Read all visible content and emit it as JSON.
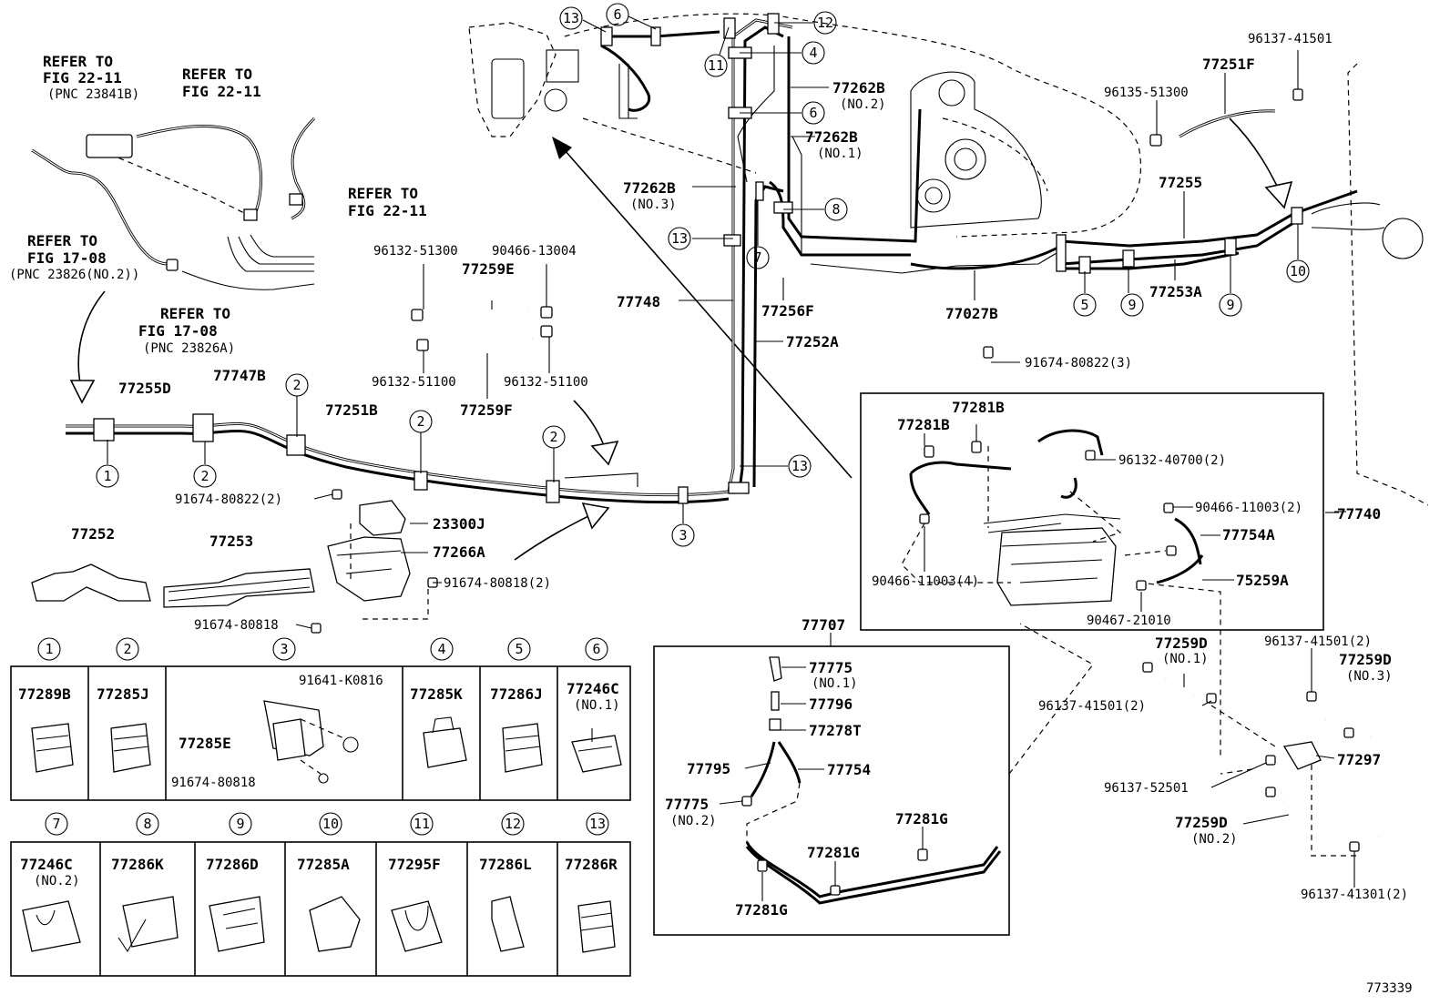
{
  "refer_notes": {
    "fig_22_11_a_line1": "REFER TO",
    "fig_22_11_a_line2": "FIG 22-11",
    "fig_22_11_a_line3": "(PNC 23841B)",
    "fig_22_11_b_line1": "REFER TO",
    "fig_22_11_b_line2": "FIG 22-11",
    "fig_22_11_c_line1": "REFER TO",
    "fig_22_11_c_line2": "FIG 22-11",
    "fig_17_08_a_line1": "REFER TO",
    "fig_17_08_a_line2": "FIG 17-08",
    "fig_17_08_a_line3": "(PNC 23826(NO.2))",
    "fig_17_08_b_line1": "REFER TO",
    "fig_17_08_b_line2": "FIG 17-08",
    "fig_17_08_b_line3": "(PNC 23826A)"
  },
  "labels": {
    "p77255D": "77255D",
    "p77747B": "77747B",
    "p77251B": "77251B",
    "p77259E": "77259E",
    "p77259F": "77259F",
    "p96132_51300": "96132-51300",
    "p90466_13004": "90466-13004",
    "p96132_51100a": "96132-51100",
    "p96132_51100b": "96132-51100",
    "p91674_80822_2": "91674-80822(2)",
    "p23300J": "23300J",
    "p77266A": "77266A",
    "p91674_80818_2": "91674-80818(2)",
    "p91674_80818": "91674-80818",
    "p77252": "77252",
    "p77253": "77253",
    "p77748": "77748",
    "p77262B_no3": "77262B",
    "no3": "(NO.3)",
    "p77262B_no2": "77262B",
    "no2": "(NO.2)",
    "p77262B_no1": "77262B",
    "no1": "(NO.1)",
    "p77256F": "77256F",
    "p77252A": "77252A",
    "p77027B": "77027B",
    "p77253A": "77253A",
    "p77255": "77255",
    "p77251F": "77251F",
    "p96135_51300": "96135-51300",
    "p96137_41501_top": "96137-41501",
    "p91674_80822_3": "91674-80822(3)",
    "p77281B_a": "77281B",
    "p77281B_b": "77281B",
    "p96132_40700_2": "96132-40700(2)",
    "p90466_11003_2": "90466-11003(2)",
    "p77740": "77740",
    "p77754A": "77754A",
    "p75259A": "75259A",
    "p90466_11003_4": "90466-11003(4)",
    "p90467_21010": "90467-21010",
    "p77707": "77707",
    "p77775_no1": "77775",
    "no1b": "(NO.1)",
    "p77796": "77796",
    "p77278T": "77278T",
    "p77795": "77795",
    "p77754": "77754",
    "p77775_no2": "77775",
    "no2b": "(NO.2)",
    "p77281G_a": "77281G",
    "p77281G_b": "77281G",
    "p77281G_c": "77281G",
    "p77259D_no1": "77259D",
    "no1c": "(NO.1)",
    "p96137_41501_2a": "96137-41501(2)",
    "p77259D_no3": "77259D",
    "no3c": "(NO.3)",
    "p96137_41501_2b": "96137-41501(2)",
    "p77297": "77297",
    "p96137_52501": "96137-52501",
    "p77259D_no2": "77259D",
    "no2c": "(NO.2)",
    "p96137_41301_2": "96137-41301(2)",
    "fig_number": "773339"
  },
  "callouts": [
    "1",
    "2",
    "3",
    "4",
    "5",
    "6",
    "7",
    "8",
    "9",
    "10",
    "11",
    "12",
    "13"
  ],
  "legend": {
    "row1": [
      {
        "num": "1",
        "part": "77289B",
        "sub": ""
      },
      {
        "num": "2",
        "part": "77285J",
        "sub": ""
      },
      {
        "num": "3",
        "part": "77285E",
        "sub": "",
        "extra1": "91641-K0816",
        "extra2": "91674-80818"
      },
      {
        "num": "4",
        "part": "77285K",
        "sub": ""
      },
      {
        "num": "5",
        "part": "77286J",
        "sub": ""
      },
      {
        "num": "6",
        "part": "77246C",
        "sub": "(NO.1)"
      }
    ],
    "row2": [
      {
        "num": "7",
        "part": "77246C",
        "sub": "(NO.2)"
      },
      {
        "num": "8",
        "part": "77286K",
        "sub": ""
      },
      {
        "num": "9",
        "part": "77286D",
        "sub": ""
      },
      {
        "num": "10",
        "part": "77285A",
        "sub": ""
      },
      {
        "num": "11",
        "part": "77295F",
        "sub": ""
      },
      {
        "num": "12",
        "part": "77286L",
        "sub": ""
      },
      {
        "num": "13",
        "part": "77286R",
        "sub": ""
      }
    ]
  }
}
